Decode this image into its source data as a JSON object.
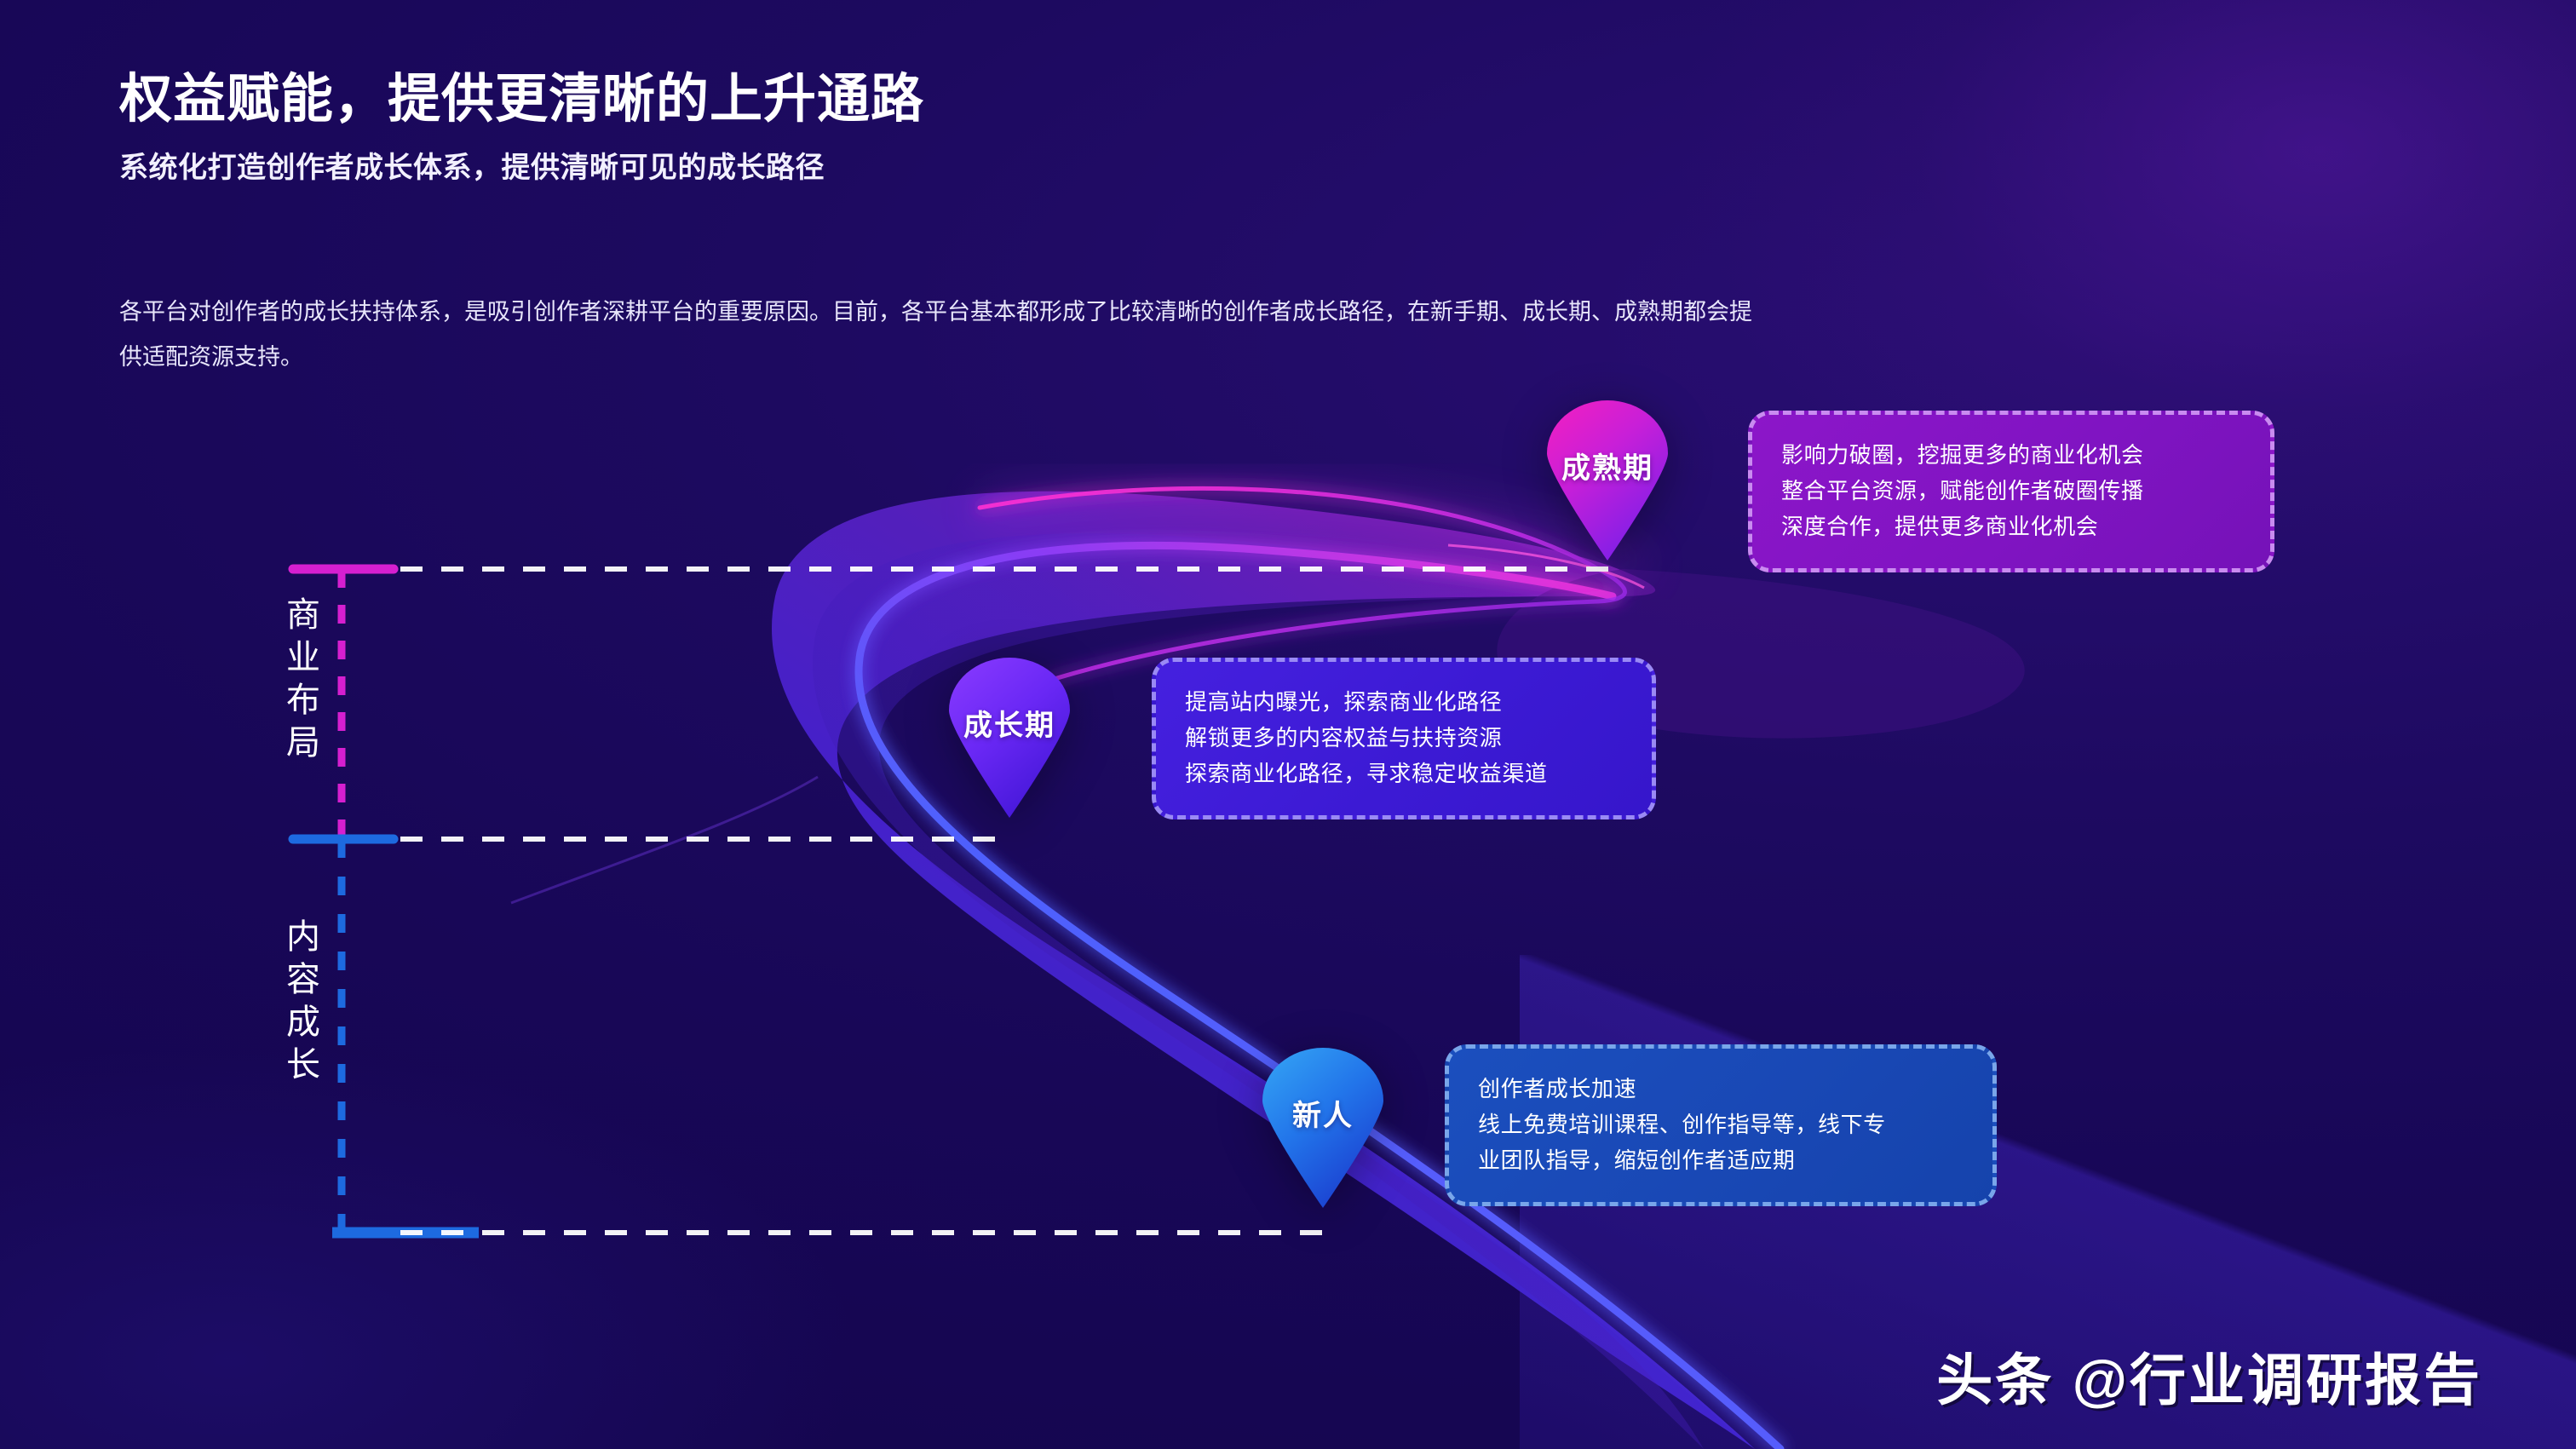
{
  "meta": {
    "background_color": "#1b0a5c",
    "accent_magenta": "#d61fd0",
    "accent_violet": "#6a2ff0",
    "accent_blue": "#1d6ae0"
  },
  "header": {
    "title": "权益赋能，提供更清晰的上升通路",
    "subtitle": "系统化打造创作者成长体系，提供清晰可见的成长路径",
    "paragraph_line1": "各平台对创作者的成长扶持体系，是吸引创作者深耕平台的重要原因。目前，各平台基本都形成了比较清晰的创作者成长路径，在新手期、成长期、成熟期都会提",
    "paragraph_line2": "供适配资源支持。"
  },
  "axis": {
    "commercial_label": "商业布局",
    "content_label": "内容成长",
    "commercial_color": "#d61fd0",
    "content_color": "#1d6ae0"
  },
  "stages": [
    {
      "id": "new",
      "pin_label": "新人",
      "pin_color_top": "#2f9af0",
      "pin_color_bottom": "#1d4fd0",
      "box_color": "#1b4fbe",
      "lines": [
        "创作者成长加速",
        "线上免费培训课程、创作指导等，线下专",
        "业团队指导，缩短创作者适应期"
      ]
    },
    {
      "id": "growth",
      "pin_label": "成长期",
      "pin_color_top": "#7c3bf7",
      "pin_color_bottom": "#4a1fd8",
      "box_color": "#3c1ad4",
      "lines": [
        "提高站内曝光，探索商业化路径",
        "解锁更多的内容权益与扶持资源",
        "探索商业化路径，寻求稳定收益渠道"
      ]
    },
    {
      "id": "mature",
      "pin_label": "成熟期",
      "pin_color_top": "#e81fc4",
      "pin_color_bottom": "#8a1fe0",
      "box_color": "#8014c2",
      "lines": [
        "影响力破圈，挖掘更多的商业化机会",
        "整合平台资源，赋能创作者破圈传播",
        "深度合作，提供更多商业化机会"
      ]
    }
  ],
  "watermark": {
    "text": "头条 @行业调研报告"
  }
}
